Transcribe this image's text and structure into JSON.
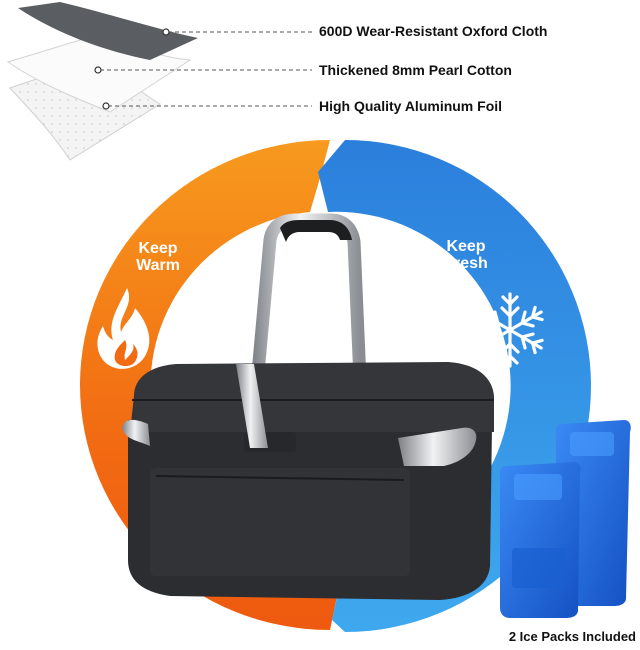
{
  "layers": [
    {
      "label": "600D Wear-Resistant Oxford Cloth"
    },
    {
      "label": "Thickened 8mm Pearl Cotton"
    },
    {
      "label": "High Quality Aluminum Foil"
    }
  ],
  "warm": {
    "line1": "Keep",
    "line2": "Warm",
    "icon": "flame-icon"
  },
  "fresh": {
    "line1": "Keep",
    "line2": "Fresh",
    "icon": "snowflake-icon"
  },
  "caption": "2 Ice Packs Included",
  "colors": {
    "warm_ring": "#f57a10",
    "cool_ring": "#2f8fe0",
    "bag": "#2c2e31",
    "ice_pack": "#1f6fe0"
  }
}
